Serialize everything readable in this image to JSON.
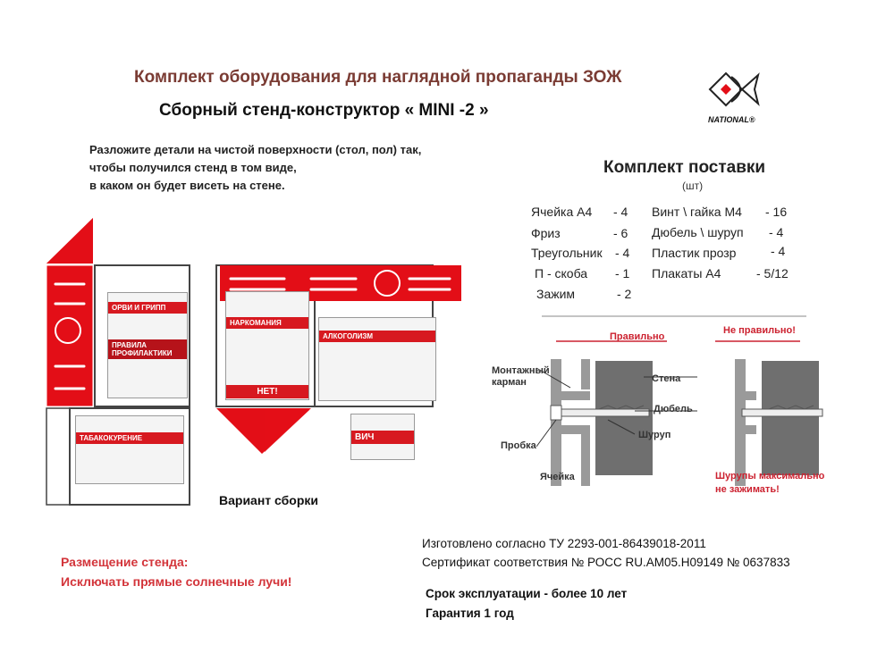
{
  "header": {
    "title": "Комплект оборудования для наглядной пропаганды ЗОЖ",
    "subtitle": "Сборный стенд-конструктор « MINI -2 »",
    "logo_text": "NATIONAL®"
  },
  "intro": {
    "line1": "Разложите детали на чистой поверхности (стол, пол) так,",
    "line2": "чтобы получился стенд в том виде,",
    "line3": "в каком он будет висеть на стене."
  },
  "kit": {
    "title": "Комплект поставки",
    "unit": "(шт)",
    "left": [
      {
        "name": "Ячейка А4",
        "qty": "- 4"
      },
      {
        "name": "Фриз",
        "qty": "- 6"
      },
      {
        "name": "Треугольник",
        "qty": "- 4"
      },
      {
        "name": "П - скоба",
        "qty": "- 1"
      },
      {
        "name": "Зажим",
        "qty": "- 2"
      }
    ],
    "right": [
      {
        "name": "Винт \\ гайка М4",
        "qty": "- 16"
      },
      {
        "name": "Дюбель \\ шуруп",
        "qty": "- 4"
      },
      {
        "name": "Пластик прозр",
        "qty": "- 4"
      },
      {
        "name": "Плакаты А4",
        "qty": "- 5/12"
      }
    ]
  },
  "diagram": {
    "correct": "Правильно",
    "incorrect": "Не правильно!",
    "pocket1": "Монтажный",
    "pocket2": "карман",
    "wall": "Стена",
    "dowel": "Дюбель",
    "screw": "Шуруп",
    "plug": "Пробка",
    "cell": "Ячейка",
    "warning1": "Шурупы максимально",
    "warning2": "не зажимать!"
  },
  "posters": {
    "p1": "ОРВИ И ГРИПП",
    "p1b": "ПРАВИЛА ПРОФИЛАКТИКИ",
    "p2": "НАРКОМАНИЯ",
    "p2b": "НЕТ!",
    "p3": "АЛКОГОЛИЗМ",
    "p4": "ТАБАКОКУРЕНИЕ",
    "p5": "ВИЧ"
  },
  "variant": "Вариант  сборки",
  "placement": {
    "line1": "Размещение стенда:",
    "line2": "Исключать прямые солнечные лучи!"
  },
  "cert": {
    "line1": "Изготовлено согласно ТУ 2293-001-86439018-2011",
    "line2": "Сертификат соответствия № РОСС RU.АМ05.Н09149    № 0637833"
  },
  "life": {
    "line1": "Срок эксплуатации - более 10 лет",
    "line2": "Гарантия 1 год"
  },
  "colors": {
    "accent": "#e30e17",
    "title": "#7a3b33"
  }
}
